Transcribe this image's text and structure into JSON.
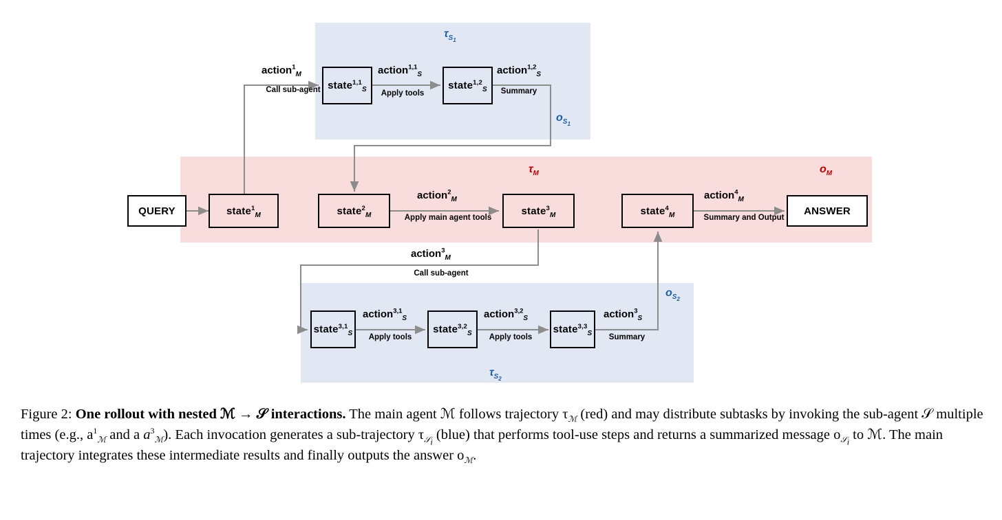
{
  "figure": {
    "panels": [
      {
        "name": "sub-trajectory-1-panel",
        "color": "#e2e7f4"
      },
      {
        "name": "main-trajectory-panel",
        "color": "#f9dcdc"
      },
      {
        "name": "sub-trajectory-2-panel",
        "color": "#e2e7f4"
      }
    ],
    "colors": {
      "blue_panel": "#e2e7f4",
      "red_panel": "#f9dcdc",
      "blue_label": "#1f5fa8",
      "red_label": "#c00000",
      "arrow": "#808080",
      "box_border": "#000000"
    },
    "nodes": {
      "query": "QUERY",
      "answer": "ANSWER",
      "state_m1": {
        "base": "state",
        "sup": "1",
        "sub": "M"
      },
      "state_m2": {
        "base": "state",
        "sup": "2",
        "sub": "M"
      },
      "state_m3": {
        "base": "state",
        "sup": "3",
        "sub": "M"
      },
      "state_m4": {
        "base": "state",
        "sup": "4",
        "sub": "M"
      },
      "state_s11": {
        "base": "state",
        "sup": "1,1",
        "sub": "S"
      },
      "state_s12": {
        "base": "state",
        "sup": "1,2",
        "sub": "S"
      },
      "state_s31": {
        "base": "state",
        "sup": "3,1",
        "sub": "S"
      },
      "state_s32": {
        "base": "state",
        "sup": "3,2",
        "sub": "S"
      },
      "state_s33": {
        "base": "state",
        "sup": "3,3",
        "sub": "S"
      }
    },
    "actions": {
      "action_m1": {
        "base": "action",
        "sup": "1",
        "sub": "M",
        "desc": "Call sub-agent"
      },
      "action_m2": {
        "base": "action",
        "sup": "2",
        "sub": "M",
        "desc": "Apply main agent tools"
      },
      "action_m3": {
        "base": "action",
        "sup": "3",
        "sub": "M",
        "desc": "Call sub-agent"
      },
      "action_m4": {
        "base": "action",
        "sup": "4",
        "sub": "M",
        "desc": "Summary and Output"
      },
      "action_s11": {
        "base": "action",
        "sup": "1,1",
        "sub": "S",
        "desc": "Apply tools"
      },
      "action_s12": {
        "base": "action",
        "sup": "1,2",
        "sub": "S",
        "desc": "Summary"
      },
      "action_s31": {
        "base": "action",
        "sup": "3,1",
        "sub": "S",
        "desc": "Apply tools"
      },
      "action_s32": {
        "base": "action",
        "sup": "3,2",
        "sub": "S",
        "desc": "Apply tools"
      },
      "action_s3": {
        "base": "action",
        "sup": "3",
        "sub": "S",
        "desc": "Summary"
      }
    },
    "trajectory_labels": {
      "tau_s1": {
        "g": "τ",
        "sub": "S",
        "subsub": "1"
      },
      "tau_m": {
        "g": "τ",
        "sub": "M",
        "subsub": ""
      },
      "tau_s2": {
        "g": "τ",
        "sub": "S",
        "subsub": "2"
      },
      "o_s1": {
        "g": "o",
        "sub": "S",
        "subsub": "1"
      },
      "o_m": {
        "g": "o",
        "sub": "M",
        "subsub": ""
      },
      "o_s2": {
        "g": "o",
        "sub": "S",
        "subsub": "2"
      }
    }
  },
  "caption": {
    "figure_number": "Figure 2:",
    "title": "One rollout with nested ℳ → 𝒮 interactions.",
    "body_1": "The main agent ℳ follows trajectory τ",
    "body_1b": "(red) and may distribute subtasks by invoking the sub-agent 𝒮 multiple times (e.g., a",
    "body_1c": "and a",
    "body_1d": "). Each invocation generates a sub-trajectory τ",
    "body_1e": "(blue) that performs tool-use steps and returns a summarized message o",
    "body_1f": "to ℳ. The main trajectory integrates these intermediate results and finally outputs the answer o",
    "body_1g": "."
  }
}
